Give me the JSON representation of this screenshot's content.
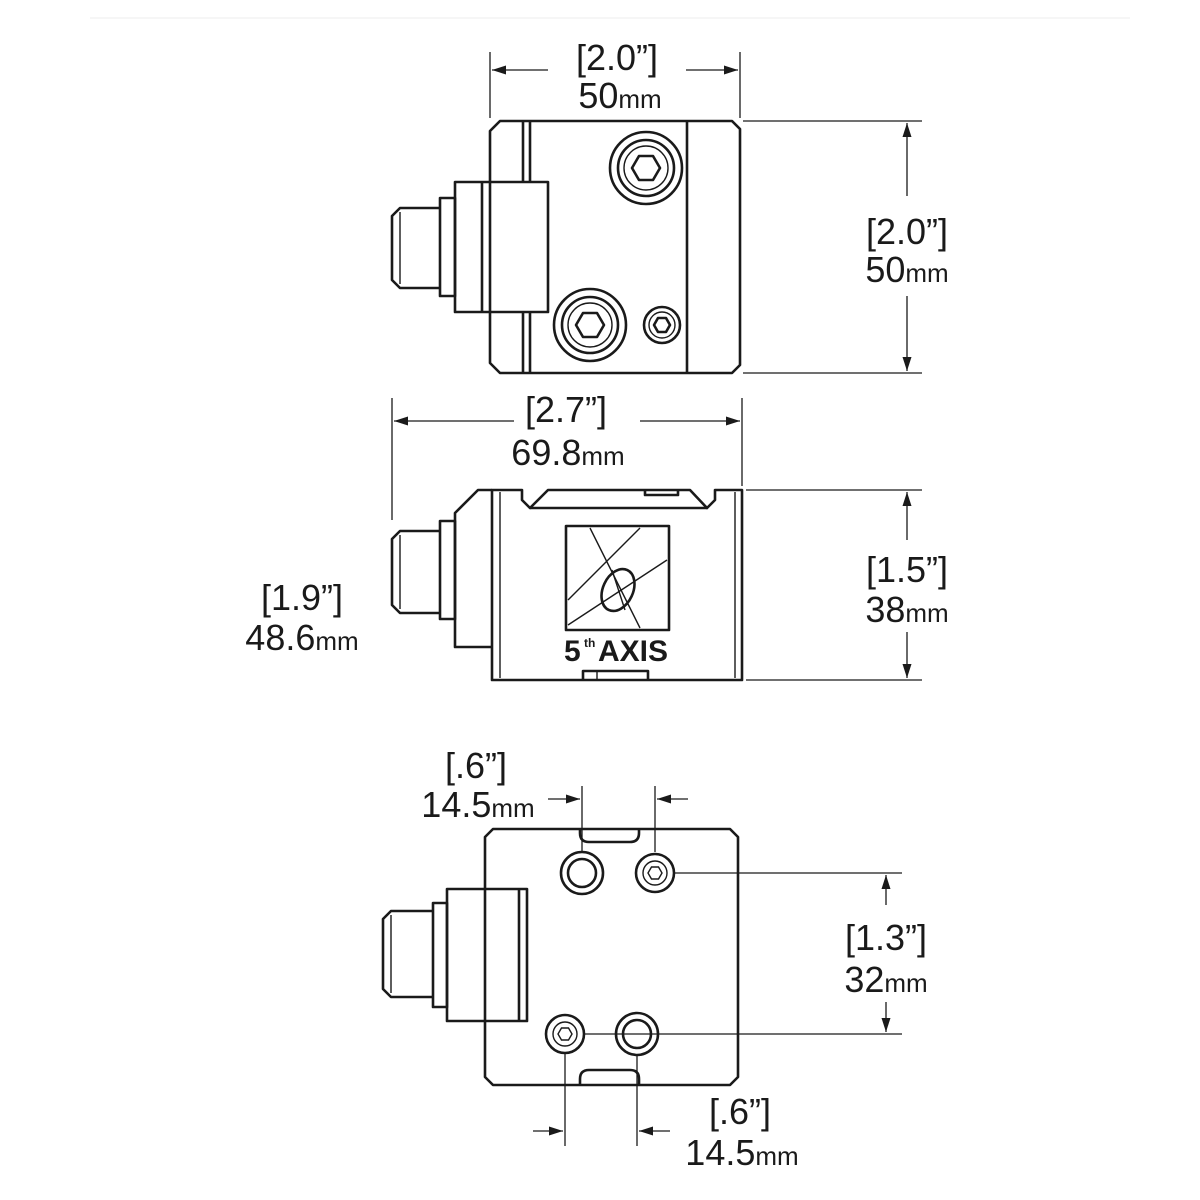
{
  "dimensions": {
    "top_width": {
      "inch": "[2.0”]",
      "mm": "50",
      "unit": "mm"
    },
    "top_height": {
      "inch": "[2.0”]",
      "mm": "50",
      "unit": "mm"
    },
    "side_width": {
      "inch": "[2.7”]",
      "mm": "69.8",
      "unit": "mm"
    },
    "side_height": {
      "inch": "[1.5”]",
      "mm": "38",
      "unit": "mm"
    },
    "side_overall": {
      "inch": "[1.9”]",
      "mm": "48.6",
      "unit": "mm"
    },
    "bottom_top_offset": {
      "inch": "[.6”]",
      "mm": "14.5",
      "unit": "mm"
    },
    "bottom_hole_spacing": {
      "inch": "[1.3”]",
      "mm": "32",
      "unit": "mm"
    },
    "bottom_lower_offset": {
      "inch": "[.6”]",
      "mm": "14.5",
      "unit": "mm"
    }
  },
  "logo": {
    "number": "5",
    "superscript": "th",
    "word": "AXIS"
  }
}
